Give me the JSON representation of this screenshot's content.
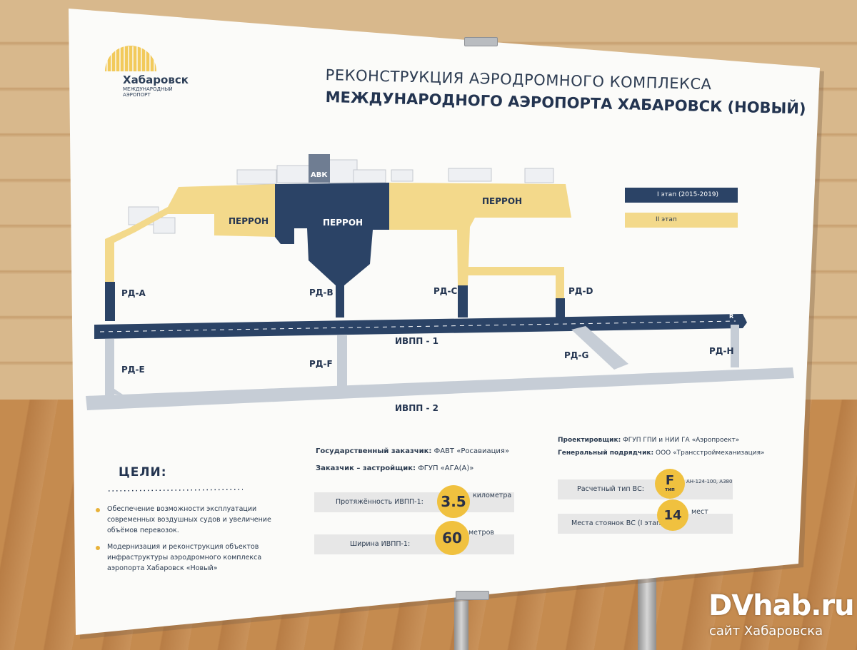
{
  "logo": {
    "name": "Хабаровск",
    "subtitle": "МЕЖДУНАРОДНЫЙ АЭРОПОРТ",
    "accent_color": "#e8b23a"
  },
  "title": {
    "line1": "РЕКОНСТРУКЦИЯ АЭРОДРОМНОГО КОМПЛЕКСА",
    "line2": "МЕЖДУНАРОДНОГО АЭРОПОРТА ХАБАРОВСК (НОВЫЙ)"
  },
  "legend": {
    "stage1": "I этап (2015-2019)",
    "stage2": "II этап",
    "stage1_color": "#2b4366",
    "stage2_color": "#f3d98b"
  },
  "map": {
    "avk": "АВК",
    "aprons": [
      "ПЕРРОН",
      "ПЕРРОН",
      "ПЕРРОН"
    ],
    "taxiways": {
      "a": "РД-А",
      "b": "РД-В",
      "c": "РД-С",
      "d": "РД-D",
      "e": "РД-Е",
      "f": "РД-F",
      "g": "РД-G",
      "h": "РД-Н"
    },
    "runway1": "ИВПП - 1",
    "runway2": "ИВПП - 2",
    "runway_mark": "R"
  },
  "goals": {
    "title": "ЦЕЛИ:",
    "items": [
      "Обеспечение возможности эксплуатации современных воздушных судов и увеличение объёмов перевозок.",
      "Модернизация и реконструкция объектов инфраструктуры аэродромного комплекса аэропорта Хабаровск «Новый»"
    ]
  },
  "customers": {
    "state_label": "Государственный заказчик:",
    "state_value": "ФАВТ «Росавиация»",
    "developer_label": "Заказчик – застройщик:",
    "developer_value": "ФГУП «АГА(А)»"
  },
  "contractors": {
    "designer_label": "Проектировщик:",
    "designer_value": "ФГУП ГПИ и НИИ ГА «Аэропроект»",
    "general_label": "Генеральный подрядчик:",
    "general_value": "ООО «Трансстроймеханизация»"
  },
  "stats": {
    "length_label": "Протяжённость ИВПП-1:",
    "length_value": "3.5",
    "length_unit": "километра",
    "width_label": "Ширина ИВПП-1:",
    "width_value": "60",
    "width_unit": "метров",
    "aircraft_label": "Расчетный тип ВС:",
    "aircraft_value": "F",
    "aircraft_sub": "тип",
    "aircraft_types": "АН-124-100, А380",
    "stands_label": "Места стоянок ВС (I этап):",
    "stands_value": "14",
    "stands_unit": "мест"
  },
  "watermark": {
    "site": "DVhab.ru",
    "tagline": "сайт Хабаровска"
  }
}
